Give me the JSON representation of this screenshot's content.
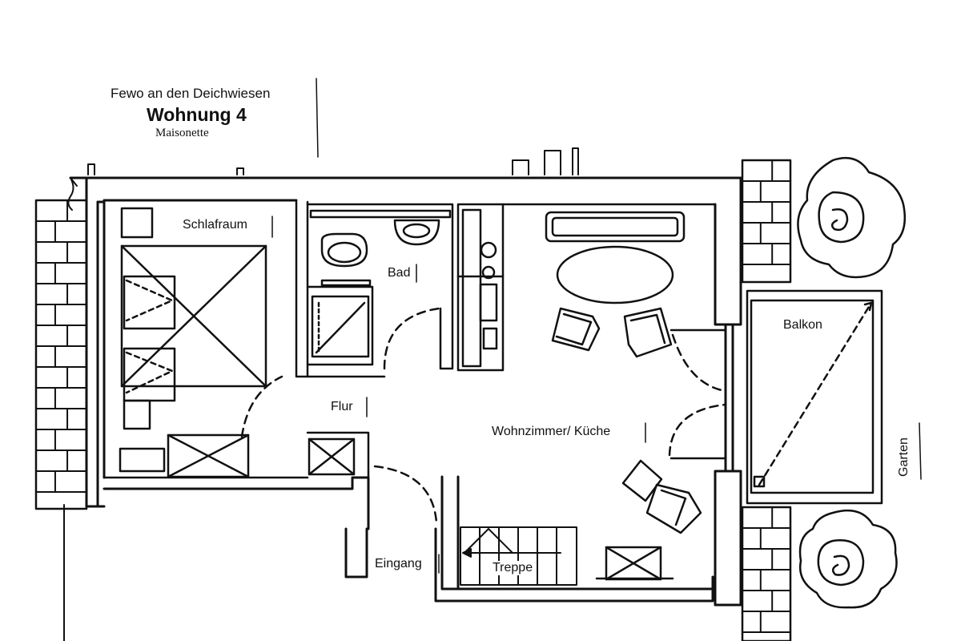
{
  "header": {
    "line1": "Fewo an den Deichwiesen",
    "line2": "Wohnung 4",
    "line3": "Maisonette"
  },
  "rooms": {
    "schlafraum": "Schlafraum",
    "bad": "Bad",
    "flur": "Flur",
    "wohnzimmer": "Wohnzimmer/ Küche",
    "balkon": "Balkon",
    "eingang": "Eingang",
    "treppe": "Treppe",
    "garten": "Garten"
  },
  "colors": {
    "ink": "#111111",
    "paper": "#ffffff"
  }
}
